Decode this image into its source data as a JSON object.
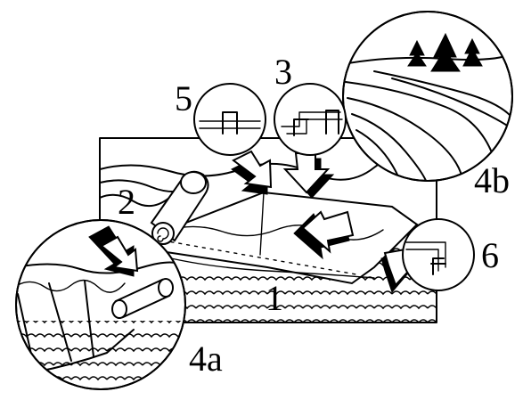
{
  "labels": {
    "l1": "1",
    "l2": "2",
    "l3": "3",
    "l4a": "4a",
    "l4b": "4b",
    "l5": "5",
    "l6": "6"
  },
  "colors": {
    "ink": "#000000",
    "paper": "#ffffff"
  },
  "icons": [
    "tree-icon",
    "roll-icon",
    "staple-icon",
    "arrow-icon"
  ]
}
